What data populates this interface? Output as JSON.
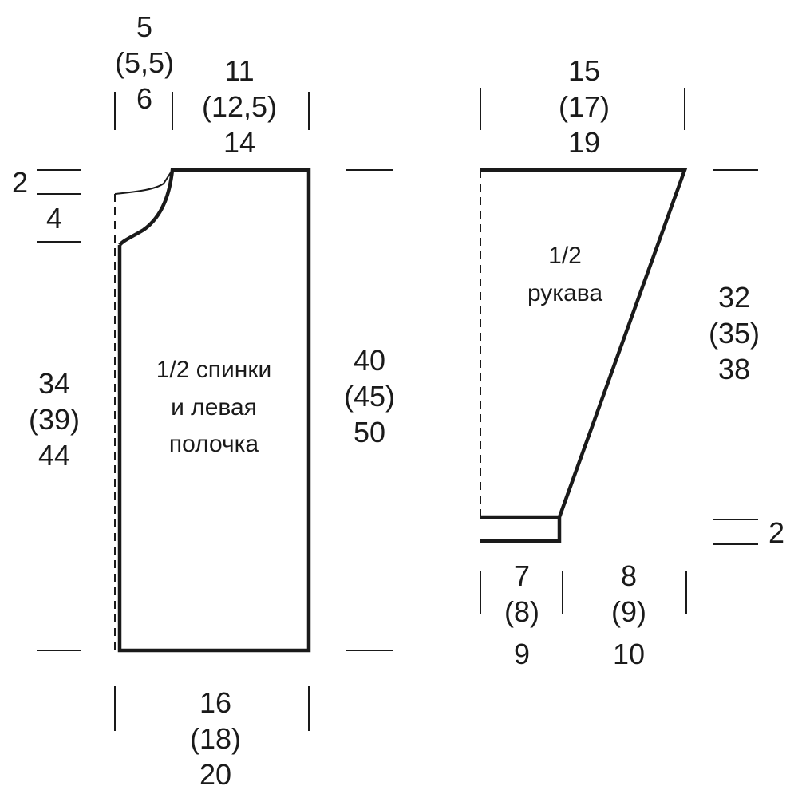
{
  "back_piece": {
    "label_lines": [
      "1/2 спинки",
      "и левая",
      "полочка"
    ],
    "shoulder_width": [
      "5",
      "(5,5)",
      "6"
    ],
    "neck_width": [
      "11",
      "(12,5)",
      "14"
    ],
    "neck_drop_top": "2",
    "neck_drop_bottom": "4",
    "side_length": [
      "34",
      "(39)",
      "44"
    ],
    "total_length": [
      "40",
      "(45)",
      "50"
    ],
    "bottom_width": [
      "16",
      "(18)",
      "20"
    ]
  },
  "sleeve_piece": {
    "label_lines": [
      "1/2",
      "рукава"
    ],
    "top_width": [
      "15",
      "(17)",
      "19"
    ],
    "length": [
      "32",
      "(35)",
      "38"
    ],
    "cuff_height": "2",
    "cuff_left_width": [
      "7",
      "(8)",
      "9"
    ],
    "cuff_right_width": [
      "8",
      "(9)",
      "10"
    ]
  }
}
